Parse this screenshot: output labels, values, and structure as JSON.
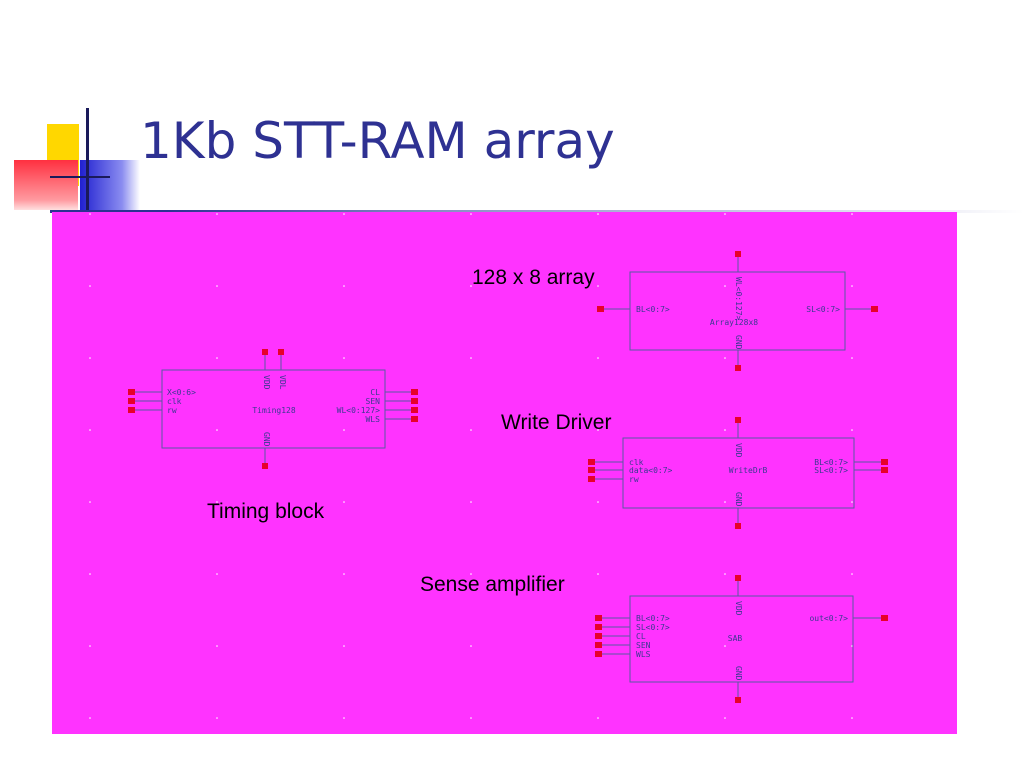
{
  "slide": {
    "title": "1Kb STT-RAM array",
    "colors": {
      "title": "#2e3192",
      "schematic_bg": "#ff33ff",
      "pins": "#e8002b",
      "wires": "#5a5aa0",
      "net_labels": "#4aa8ff"
    }
  },
  "captions": {
    "array": "128 x 8 array",
    "write_driver": "Write Driver",
    "timing": "Timing block",
    "sense": "Sense amplifier"
  },
  "blocks": {
    "timing": {
      "name": "Timing128",
      "inputs": [
        "X<0:6>",
        "clk",
        "rw"
      ],
      "outputs": [
        "CL",
        "SEN",
        "WL<0:127>",
        "WLS"
      ],
      "vdd": "VDD",
      "vdl": "VDL",
      "gnd": "GND"
    },
    "array": {
      "name": "Array128x8",
      "left": "BL<0:7>",
      "right": "SL<0:7>",
      "wl": "WL<0:127>",
      "gnd": "GND"
    },
    "write_driver": {
      "name": "WriteDrB",
      "inputs": [
        "clk",
        "data<0:7>",
        "rw"
      ],
      "outputs": [
        "BL<0:7>",
        "SL<0:7>"
      ],
      "vdd": "VDD",
      "gnd": "GND"
    },
    "sense_amp": {
      "name": "SAB",
      "inputs": [
        "BL<0:7>",
        "SL<0:7>",
        "CL",
        "SEN",
        "WLS"
      ],
      "output": "out<0:7>",
      "vdd": "VDD",
      "gnd": "GND"
    }
  }
}
